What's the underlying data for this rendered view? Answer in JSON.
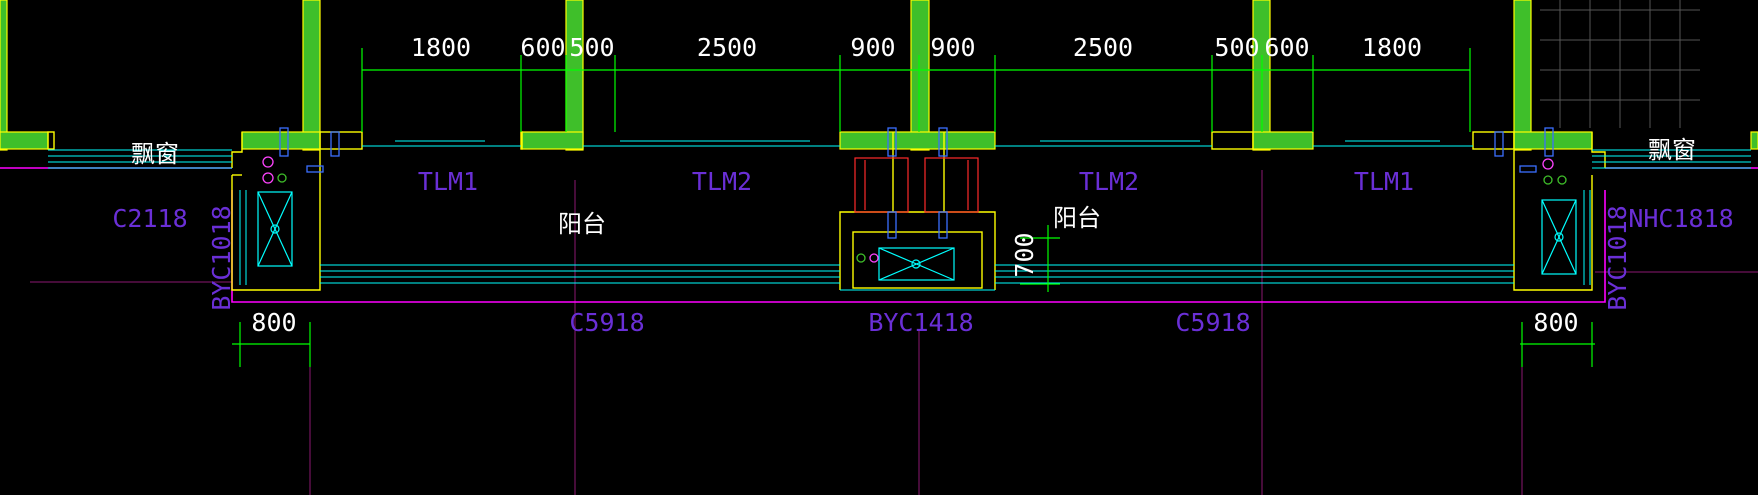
{
  "colors": {
    "background": "#000000",
    "wall_fill": "#3fbf2a",
    "wall_outline": "#ffff00",
    "dimension_line": "#00ff00",
    "window_line": "#00ffff",
    "label": "#6a2fd6",
    "boundary": "#ff00ff",
    "axis_line": "#ff00ff",
    "fixture_outline": "#ff2a2a"
  },
  "dimensions": {
    "top": [
      "1800",
      "600",
      "500",
      "2500",
      "900",
      "900",
      "2500",
      "500",
      "600",
      "1800"
    ],
    "left_width": "800",
    "right_width": "800",
    "depth": "700"
  },
  "labels": {
    "bay_window_left": "飘窗",
    "bay_window_right": "飘窗",
    "door_1_left": "TLM1",
    "door_2_left": "TLM2",
    "door_2_right": "TLM2",
    "door_1_right": "TLM1",
    "window_c2118": "C2118",
    "window_nhc1818": "NHC1818",
    "balcony_left": "阳台",
    "balcony_right": "阳台",
    "window_byc1018_left": "BYC1018",
    "window_byc1018_right": "BYC1018",
    "window_c5918_left": "C5918",
    "window_byc1418": "BYC1418",
    "window_c5918_right": "C5918"
  }
}
